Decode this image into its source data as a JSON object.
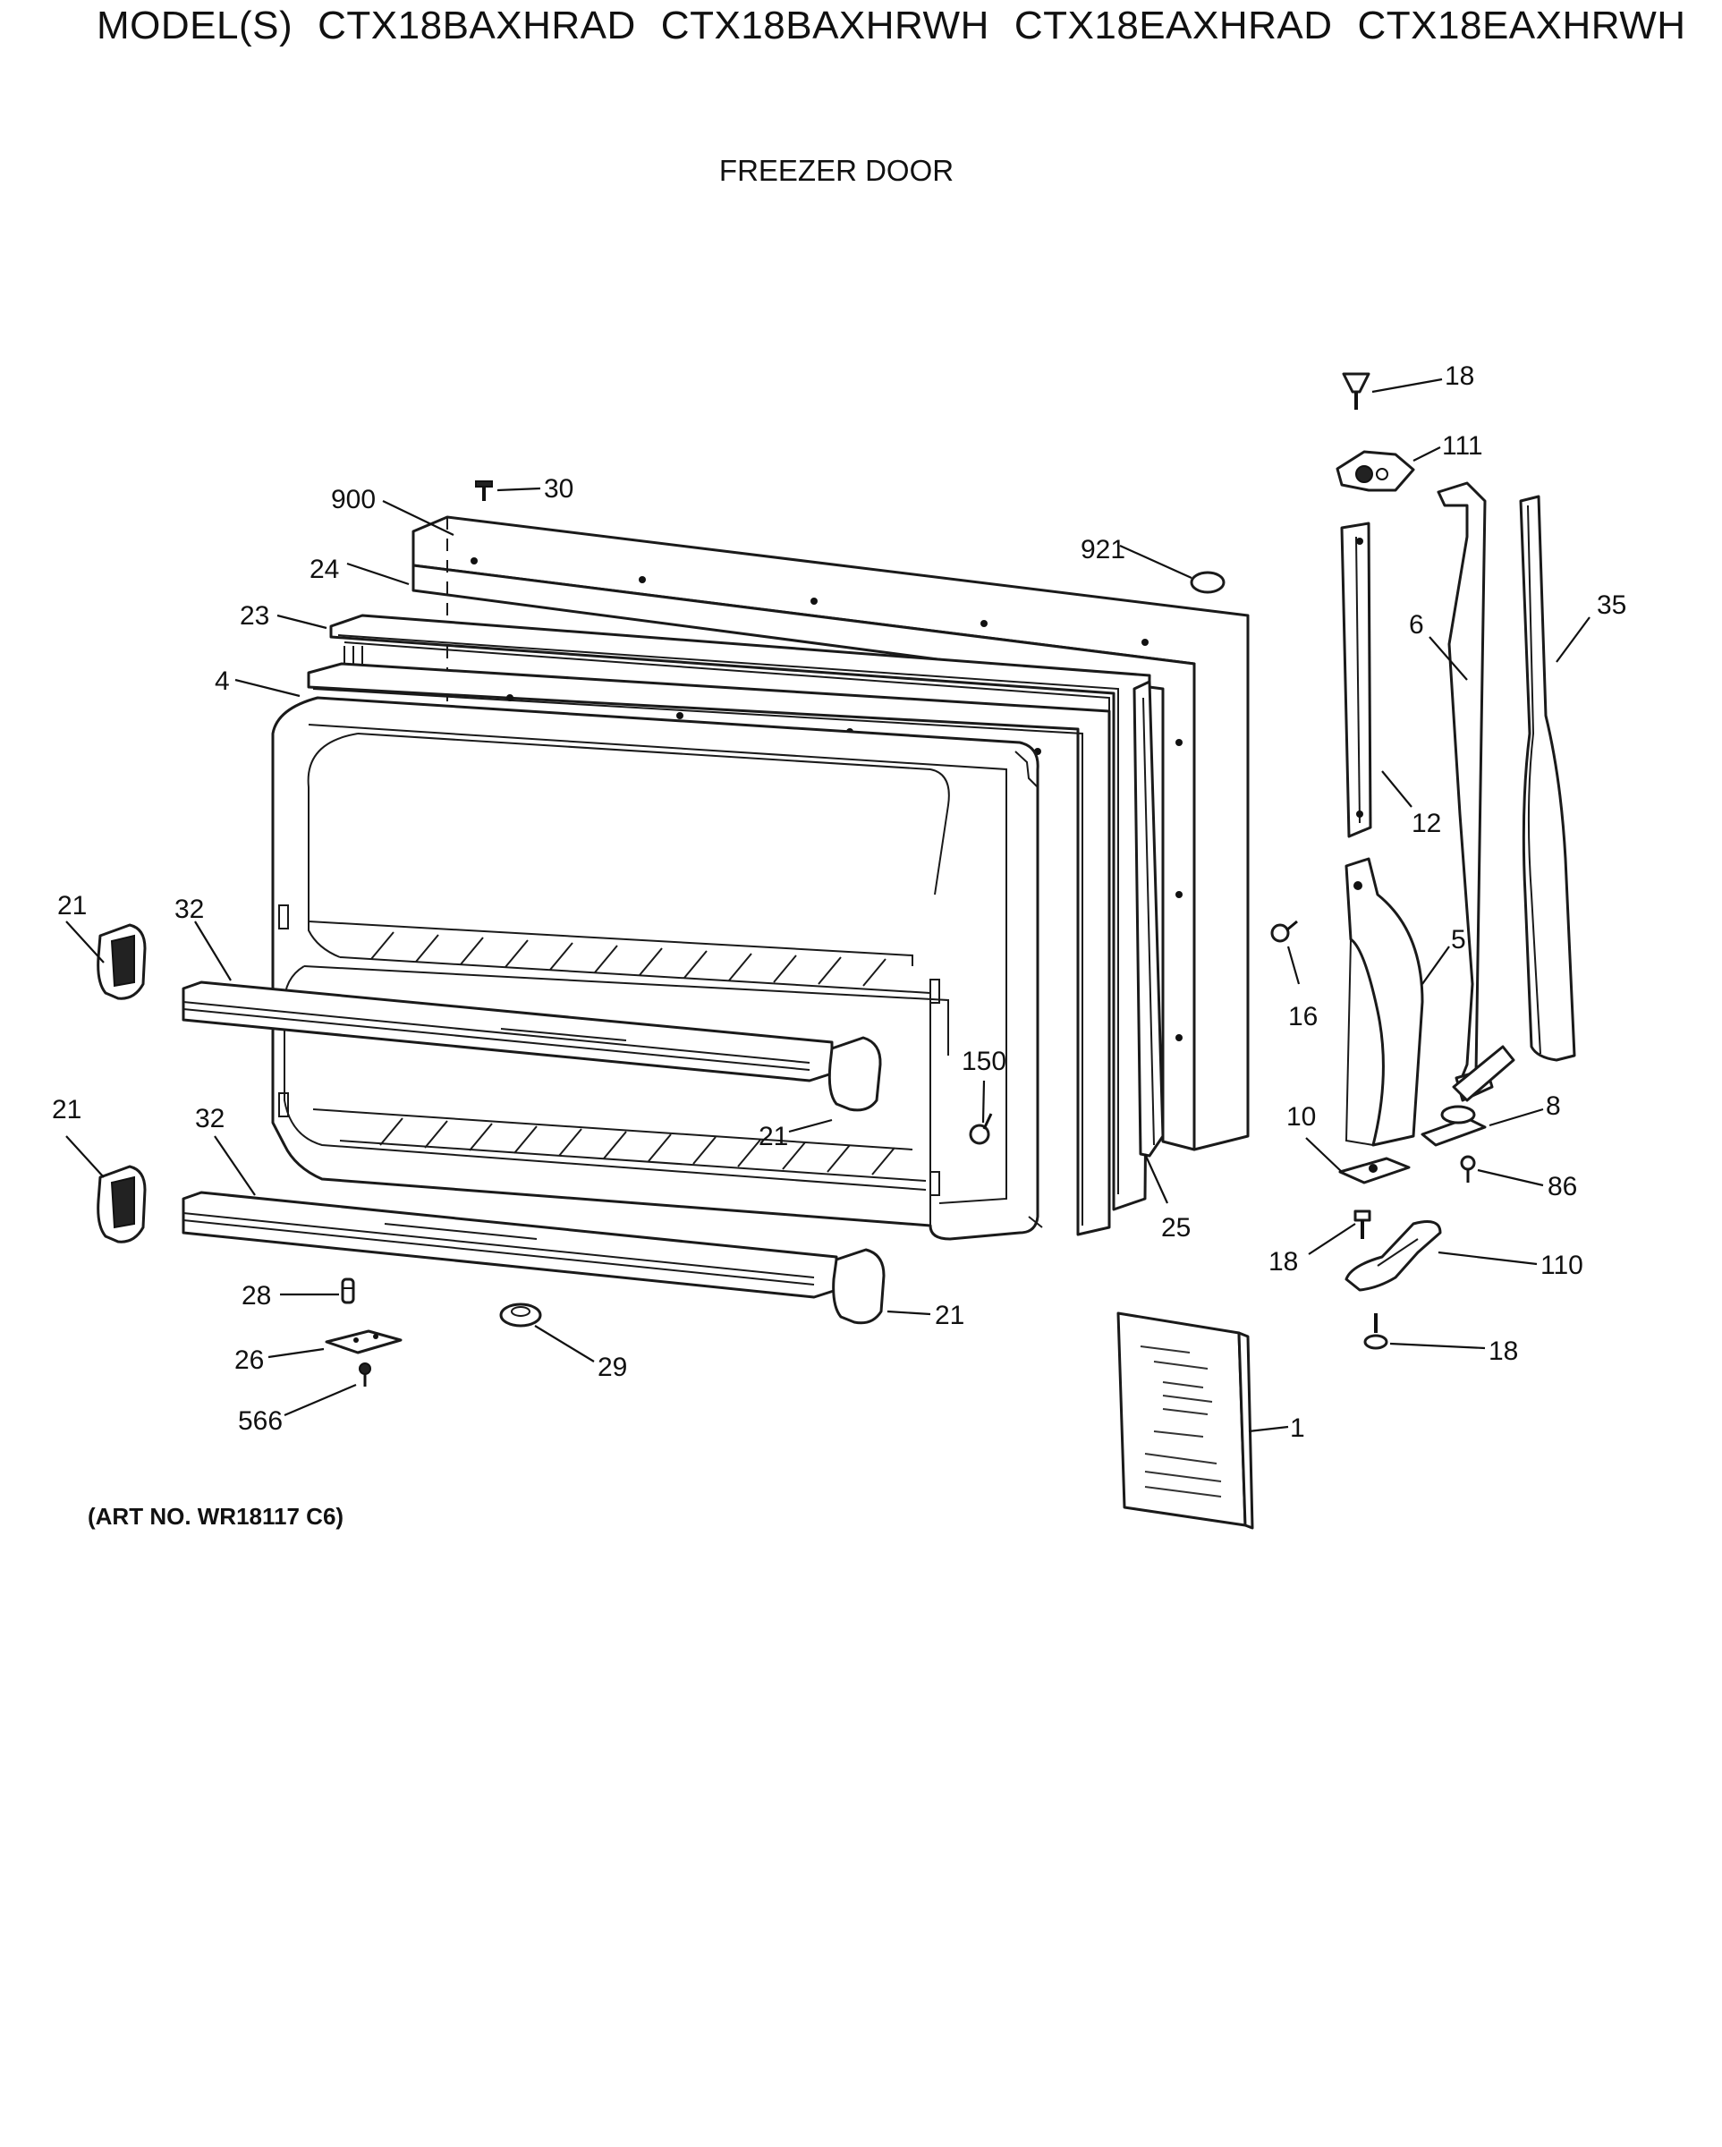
{
  "header": {
    "prefix": "MODEL(S)",
    "models": [
      "CTX18BAXHRAD",
      "CTX18BAXHRWH",
      "CTX18EAXHRAD",
      "CTX18EAXHRWH"
    ]
  },
  "section_title": "FREEZER DOOR",
  "art_number": "(ART NO. WR18117 C6)",
  "callouts": {
    "c900": "900",
    "c30": "30",
    "c24": "24",
    "c23": "23",
    "c4": "4",
    "c921": "921",
    "c18a": "18",
    "c111": "111",
    "c35": "35",
    "c6": "6",
    "c12": "12",
    "c21a": "21",
    "c32a": "32",
    "c16": "16",
    "c5": "5",
    "c150": "150",
    "c21c": "21",
    "c21b": "21",
    "c32b": "32",
    "c10": "10",
    "c8": "8",
    "c86": "86",
    "c25": "25",
    "c18b": "18",
    "c110": "110",
    "c28": "28",
    "c21d": "21",
    "c18c": "18",
    "c26": "26",
    "c29": "29",
    "c566": "566",
    "c1": "1"
  }
}
